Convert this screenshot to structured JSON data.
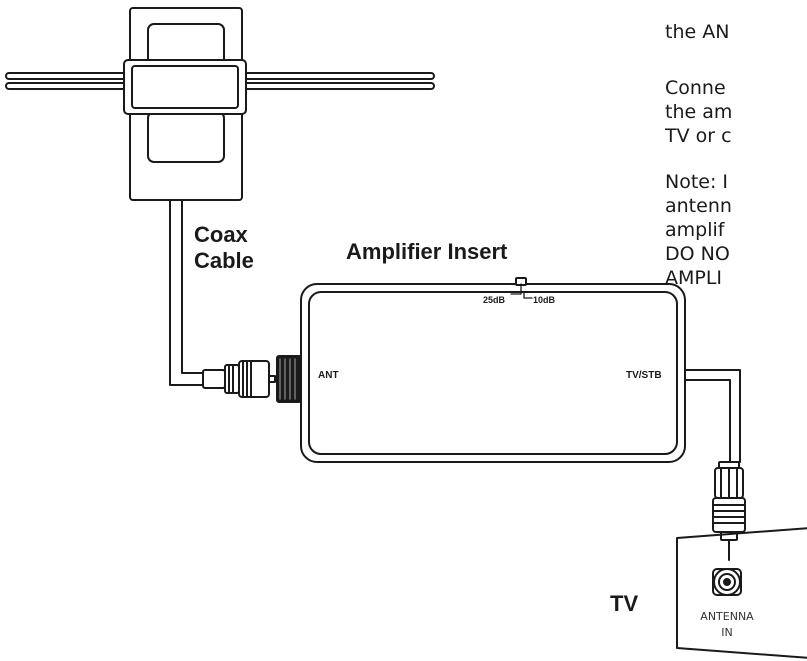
{
  "labels": {
    "coax_line1": "Coax",
    "coax_line2": "Cable",
    "amplifier_title": "Amplifier Insert",
    "tv": "TV",
    "port_ant": "ANT",
    "port_tvstb": "TV/STB",
    "gain_high": "25dB",
    "gain_low": "10dB",
    "tv_input_line1": "ANTENNA",
    "tv_input_line2": "IN"
  },
  "instructions": {
    "block1": [
      "the AN"
    ],
    "block2": [
      "Conne",
      "the am",
      "TV or c"
    ],
    "block3": [
      "Note: I",
      "antenn",
      "amplif",
      "DO NO",
      "AMPLI"
    ]
  }
}
